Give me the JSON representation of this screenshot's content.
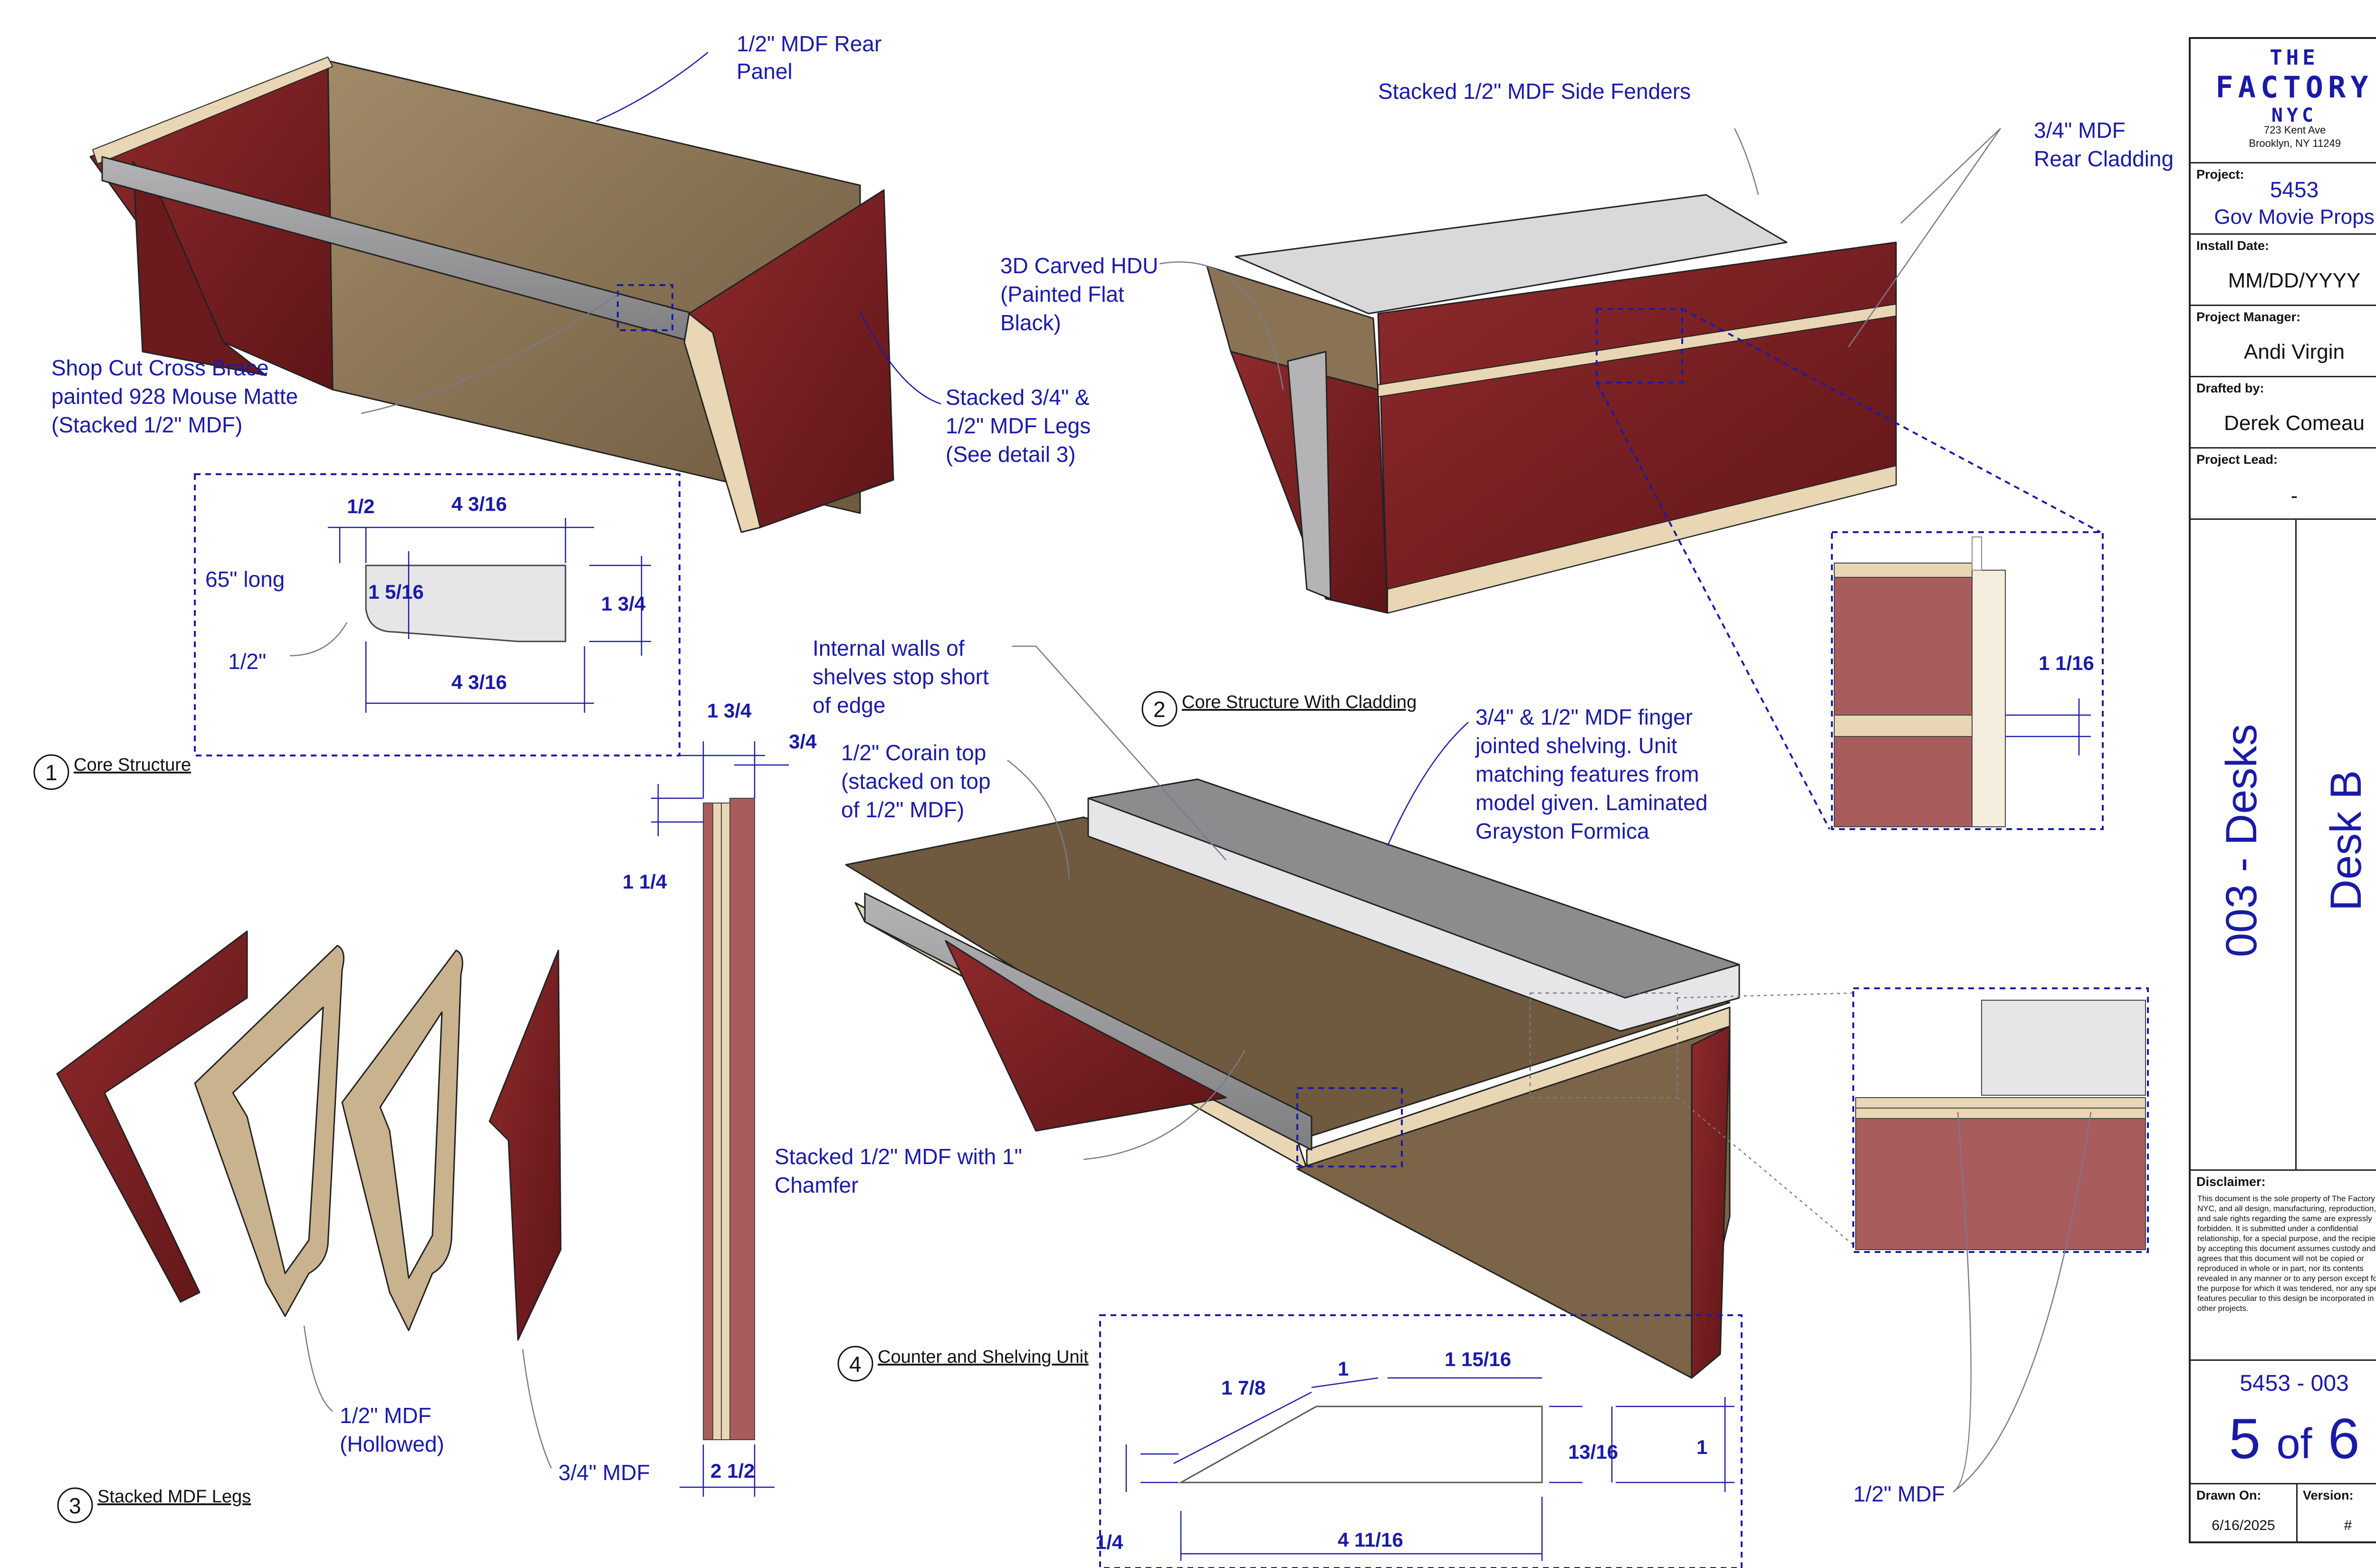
{
  "callouts": {
    "rear_panel": [
      "1/2\" MDF Rear",
      "Panel"
    ],
    "cross_brace": [
      "Shop Cut Cross Brace",
      "painted 928 Mouse Matte",
      "(Stacked 1/2\" MDF)"
    ],
    "legs": [
      "Stacked 3/4\" &",
      "1/2\" MDF Legs",
      "(See detail 3)"
    ],
    "side_fenders": "Stacked 1/2\" MDF Side Fenders",
    "rear_cladding": [
      "3/4\" MDF",
      "Rear Cladding"
    ],
    "hdu": [
      "3D Carved HDU",
      "(Painted Flat",
      "Black)"
    ],
    "internal_walls": [
      "Internal walls of",
      "shelves stop short",
      "of edge"
    ],
    "corain_top": [
      "1/2\" Corain top",
      "(stacked on top",
      "of 1/2\" MDF)"
    ],
    "shelving": [
      "3/4\" & 1/2\" MDF finger",
      "jointed shelving. Unit",
      "matching features from",
      "model given. Laminated",
      "Grayston Formica"
    ],
    "chamfer": [
      "Stacked 1/2\" MDF with 1\"",
      "Chamfer"
    ],
    "hollowed": [
      "1/2\" MDF",
      "(Hollowed)"
    ],
    "three_quarter_mdf": "3/4\" MDF",
    "half_mdf": "1/2\" MDF",
    "length": "65\" long",
    "half_inch": "1/2\""
  },
  "dimensions": {
    "d1_half": "1/2",
    "d1_top": "4 3/16",
    "d1_left": "1 5/16",
    "d1_right": "1 3/4",
    "d1_bottom": "4 3/16",
    "d3_top": "1 3/4",
    "d3_side": "3/4",
    "d3_left": "1 1/4",
    "d3_bottom": "2 1/2",
    "detail_right": "1 1/16",
    "d4_a": "1 7/8",
    "d4_b": "1",
    "d4_c": "1 15/16",
    "d4_d": "13/16",
    "d4_e": "1",
    "d4_f": "1/4",
    "d4_g": "4 11/16"
  },
  "details": {
    "d1": {
      "num": "1",
      "title": "Core Structure"
    },
    "d2": {
      "num": "2",
      "title": "Core Structure With Cladding"
    },
    "d3": {
      "num": "3",
      "title": "Stacked MDF Legs"
    },
    "d4": {
      "num": "4",
      "title": "Counter and Shelving Unit"
    }
  },
  "title_block": {
    "logo_line1": "THE",
    "logo_line2": "FACTORY",
    "logo_line3": "NYC",
    "address1": "723 Kent Ave",
    "address2": "Brooklyn, NY 11249",
    "project_label": "Project:",
    "project_number": "5453",
    "project_name": "Gov Movie Props",
    "install_label": "Install Date:",
    "install_date": "MM/DD/YYYY",
    "pm_label": "Project Manager:",
    "pm_name": "Andi Virgin",
    "drafted_label": "Drafted by:",
    "drafted_name": "Derek Comeau",
    "lead_label": "Project Lead:",
    "lead_name": "-",
    "section": "003 - Desks",
    "item": "Desk B",
    "disclaimer_label": "Disclaimer:",
    "disclaimer_text": "This document is the sole property of The Factory NYC, and all design, manufacturing, reproduction, use and sale rights regarding the same are expressly forbidden. It is submitted under a confidential relationship, for a special purpose, and the recipient by accepting this document assumes custody and agrees that this document will not be copied or reproduced in whole or in part, nor its contents revealed in any manner or to any person except for the purpose for which it was tendered, nor any special features peculiar to this design be incorporated in other projects.",
    "sheet_code": "5453 - 003",
    "sheet_num": "5",
    "sheet_of": "of",
    "sheet_total": "6",
    "drawn_label": "Drawn On:",
    "drawn_date": "6/16/2025",
    "version_label": "Version:",
    "version": "#"
  },
  "colors": {
    "red": "#7a1f22",
    "wood": "#8a7355",
    "mdf_edge": "#e8d6b4",
    "grey": "#8c8c8e",
    "ink": "#1a1aa8"
  }
}
